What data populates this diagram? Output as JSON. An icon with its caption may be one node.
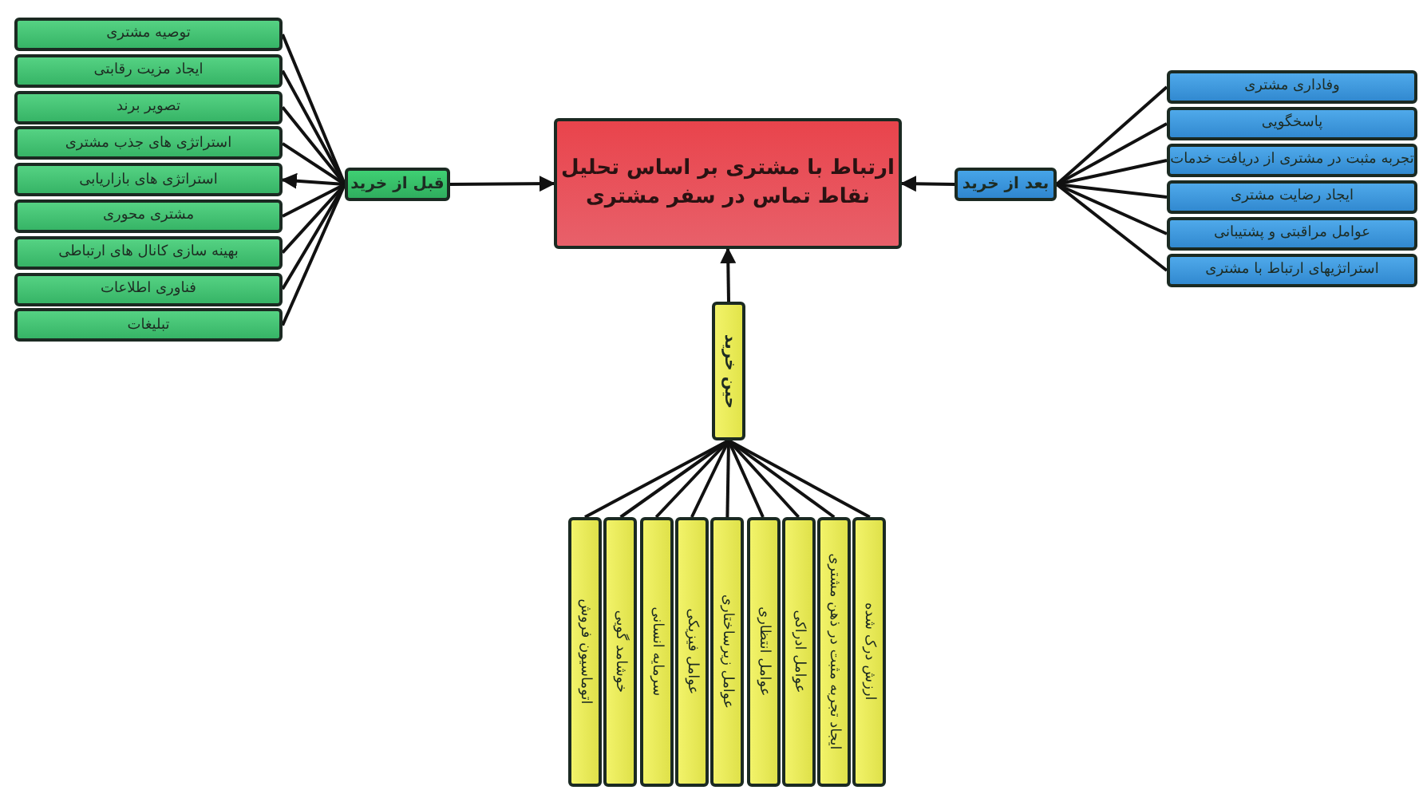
{
  "diagram": {
    "nodes": [
      {
        "text": [
          "ارتباط با مشتری بر اساس تحلیل نقاط تماس در سفر مشتری"
        ]
      },
      {
        "text": [
          "قبل از خرید"
        ]
      },
      {
        "text": [
          "توصیه مشتری"
        ]
      },
      {
        "text": [
          "ایجاد مزیت رقابتی"
        ]
      },
      {
        "text": [
          "تصویر برند"
        ]
      },
      {
        "text": [
          "استراتژی های جذب مشتری"
        ]
      },
      {
        "text": [
          "استراتژی های بازاریابی"
        ]
      },
      {
        "text": [
          "مشتری محوری"
        ]
      },
      {
        "text": [
          "بهینه سازی کانال های ارتباطی"
        ]
      },
      {
        "text": [
          "فناوری اطلاعات"
        ]
      },
      {
        "text": [
          "تبلیغات"
        ]
      },
      {
        "text": [
          "بعد از خرید"
        ]
      },
      {
        "text": [
          "وفاداری مشتری"
        ]
      },
      {
        "text": [
          "پاسخگویی"
        ]
      },
      {
        "text": [
          "تجربه مثبت در مشتری از دریافت خدمات"
        ]
      },
      {
        "text": [
          "ایجاد رضایت مشتری"
        ]
      },
      {
        "text": [
          "عوامل مراقبتی و پشتیبانی"
        ]
      },
      {
        "text": [
          "استراتژیهای ارتباط با مشتری"
        ]
      },
      {
        "text": [
          "حین خرید"
        ]
      },
      {
        "text": [
          "اتوماسیون فروش"
        ]
      },
      {
        "text": [
          "خوشامد گویی"
        ]
      },
      {
        "text": [
          "سرمایه انسانی"
        ]
      },
      {
        "text": [
          "عوامل فیزیکی"
        ]
      },
      {
        "text": [
          "عوامل زیرساختاری"
        ]
      },
      {
        "text": [
          "عوامل انتظاری"
        ]
      },
      {
        "text": [
          "عوامل ادراکی"
        ]
      },
      {
        "text": [
          "ایجاد تجربه مثبت در ذهن مشتری"
        ]
      },
      {
        "text": [
          "ارزش درک شده"
        ]
      }
    ],
    "edges": [
      {
        "from": 1,
        "to": 0,
        "arrow": "to"
      },
      {
        "from": 11,
        "to": 0,
        "arrow": "to"
      },
      {
        "from": 18,
        "to": 0,
        "arrow": "to"
      },
      {
        "from": 1,
        "to": 2,
        "arrow": "none"
      },
      {
        "from": 1,
        "to": 3,
        "arrow": "none"
      },
      {
        "from": 1,
        "to": 4,
        "arrow": "none"
      },
      {
        "from": 1,
        "to": 5,
        "arrow": "none"
      },
      {
        "from": 1,
        "to": 6,
        "arrow": "to"
      },
      {
        "from": 1,
        "to": 7,
        "arrow": "none"
      },
      {
        "from": 1,
        "to": 8,
        "arrow": "none"
      },
      {
        "from": 1,
        "to": 9,
        "arrow": "none"
      },
      {
        "from": 1,
        "to": 10,
        "arrow": "none"
      },
      {
        "from": 11,
        "to": 12,
        "arrow": "none"
      },
      {
        "from": 11,
        "to": 13,
        "arrow": "none"
      },
      {
        "from": 11,
        "to": 14,
        "arrow": "none"
      },
      {
        "from": 11,
        "to": 15,
        "arrow": "none"
      },
      {
        "from": 11,
        "to": 16,
        "arrow": "none"
      },
      {
        "from": 11,
        "to": 17,
        "arrow": "none"
      },
      {
        "from": 18,
        "to": 19,
        "arrow": "none"
      },
      {
        "from": 18,
        "to": 20,
        "arrow": "none"
      },
      {
        "from": 18,
        "to": 21,
        "arrow": "none"
      },
      {
        "from": 18,
        "to": 22,
        "arrow": "none"
      },
      {
        "from": 18,
        "to": 23,
        "arrow": "none"
      },
      {
        "from": 18,
        "to": 24,
        "arrow": "none"
      },
      {
        "from": 18,
        "to": 25,
        "arrow": "none"
      },
      {
        "from": 18,
        "to": 26,
        "arrow": "none"
      },
      {
        "from": 18,
        "to": 27,
        "arrow": "none"
      }
    ]
  }
}
